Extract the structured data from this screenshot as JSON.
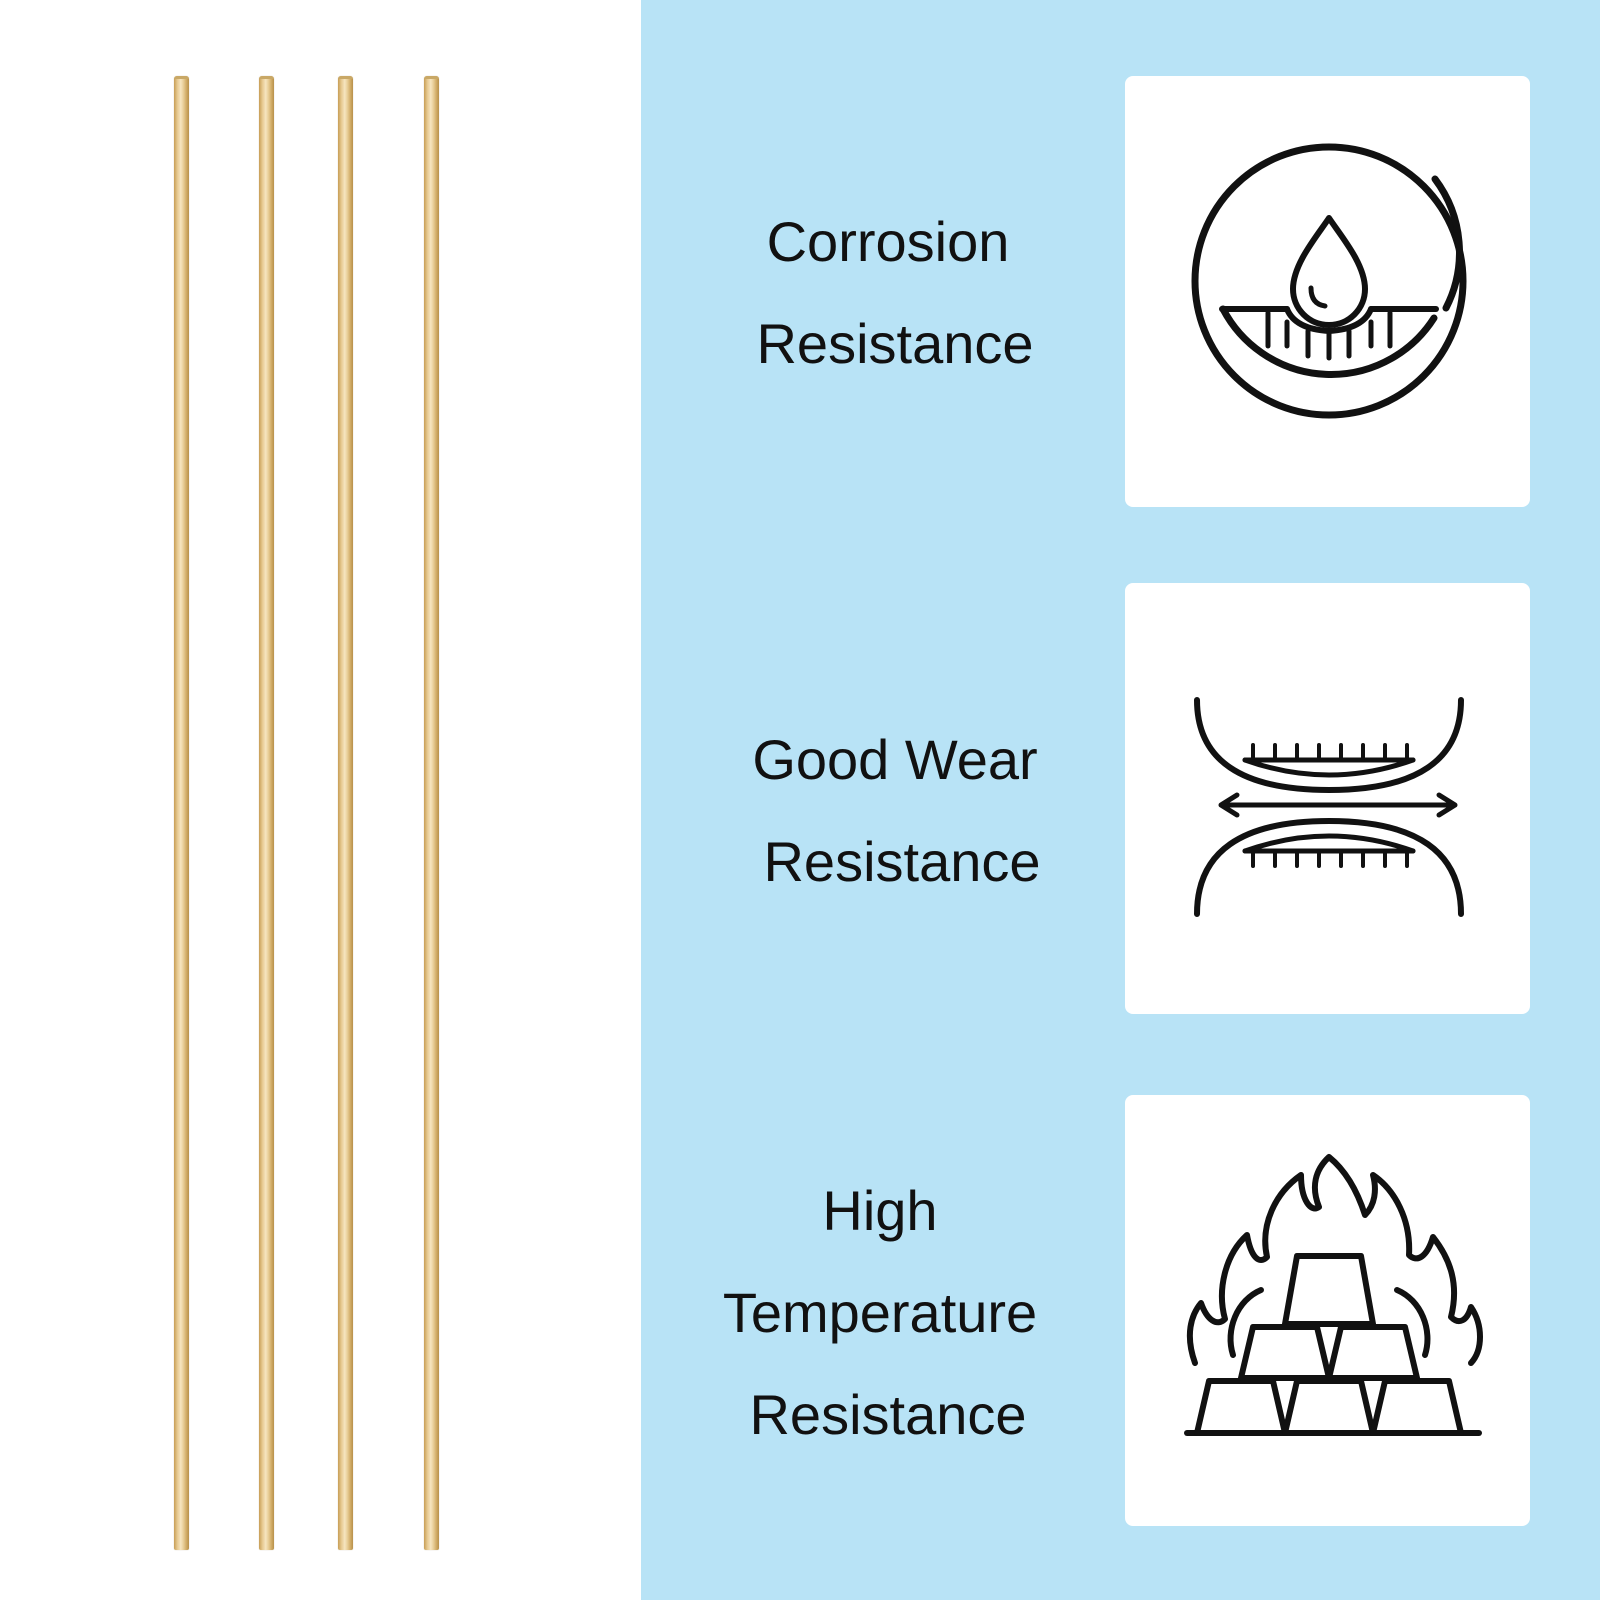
{
  "features": [
    {
      "lines": [
        "Corrosion",
        "Resistance"
      ],
      "icon": "water-drop-icon"
    },
    {
      "lines": [
        "Good Wear",
        "Resistance"
      ],
      "icon": "wear-friction-icon"
    },
    {
      "lines": [
        "High",
        "Temperature",
        "Resistance"
      ],
      "icon": "fire-ingots-icon"
    }
  ],
  "colors": {
    "panel_background": "#b8e3f6",
    "card_background": "#ffffff",
    "rod_color": "#e6c88f",
    "text_color": "#111111"
  }
}
